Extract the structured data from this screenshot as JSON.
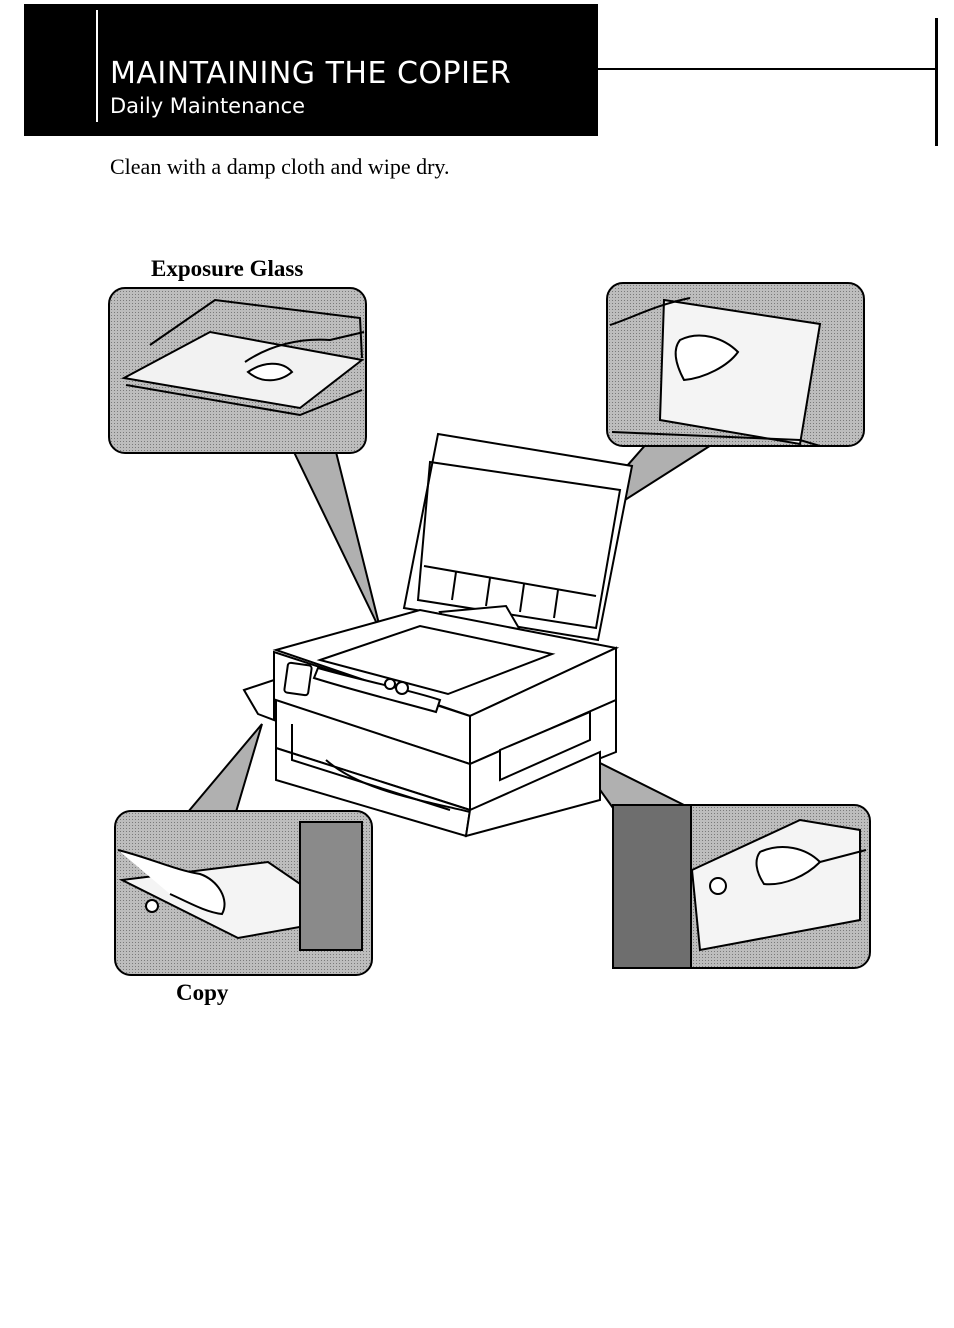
{
  "header": {
    "title": "MAINTAINING THE COPIER",
    "subtitle": "Daily Maintenance"
  },
  "intro_text": "Clean with a damp cloth and wipe dry.",
  "labels": {
    "exposure_glass": "Exposure Glass",
    "copy": "Copy"
  },
  "illustration": {
    "insets": [
      "exposure-glass-cleaning",
      "cover-cleaning",
      "copy-tray-cleaning",
      "side-cleaning"
    ],
    "inset_fill": "#b5b5b5"
  }
}
